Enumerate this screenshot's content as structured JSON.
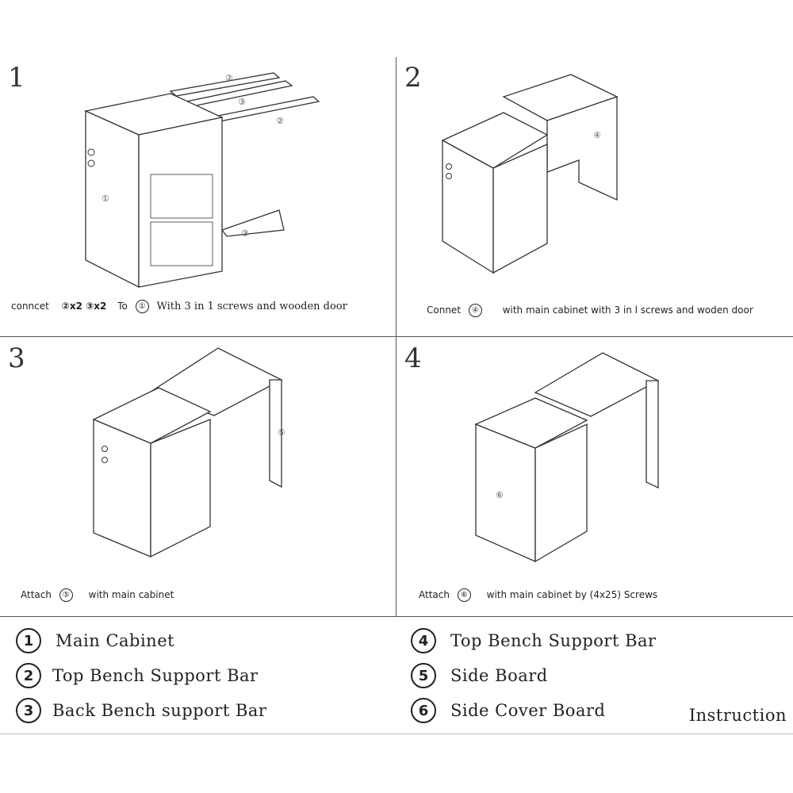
{
  "steps": [
    {
      "number": "1",
      "caption": {
        "pre": "conncet",
        "parts": [
          "②x2 ③x2",
          "To"
        ],
        "ref": "①",
        "post": "With 3 in 1 screws and wooden door"
      },
      "labels": {
        "bar_top": "②",
        "bar_mid": "③",
        "bar_right": "②",
        "bar_low": "③",
        "cabinet": "①"
      }
    },
    {
      "number": "2",
      "caption": {
        "pre": "Connet",
        "ref": "④",
        "post": "with main cabinet with 3 in l screws and woden door"
      },
      "labels": {
        "frame": "④"
      }
    },
    {
      "number": "3",
      "caption": {
        "pre": "Attach",
        "ref": "⑤",
        "post": "with main cabinet"
      },
      "labels": {
        "side": "⑤"
      }
    },
    {
      "number": "4",
      "caption": {
        "pre": "Attach",
        "ref": "⑥",
        "post": "with main cabinet by (4x25) Screws"
      },
      "labels": {
        "cover": "⑥"
      }
    }
  ],
  "legend": [
    {
      "num": "1",
      "label": "Main Cabinet"
    },
    {
      "num": "2",
      "label": "Top Bench Support Bar"
    },
    {
      "num": "3",
      "label": "Back Bench support Bar"
    },
    {
      "num": "4",
      "label": "Top Bench Support Bar"
    },
    {
      "num": "5",
      "label": "Side Board"
    },
    {
      "num": "6",
      "label": "Side Cover Board"
    }
  ],
  "footer": "Instruction"
}
